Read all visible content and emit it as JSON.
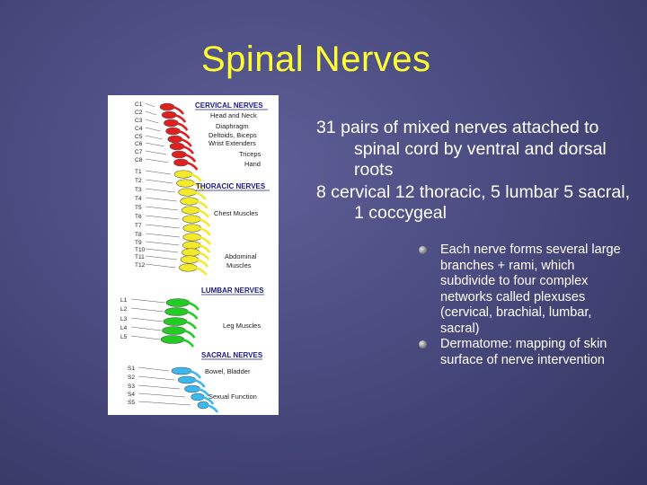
{
  "title": "Spinal Nerves",
  "bullets": [
    "31 pairs of mixed nerves attached to spinal cord by ventral and dorsal roots",
    "8 cervical 12 thoracic, 5 lumbar 5 sacral, 1 coccygeal"
  ],
  "sub_bullets": [
    "Each nerve forms several large branches + rami, which subdivide to four complex networks called plexuses (cervical, brachial, lumbar, sacral)",
    "Dermatome: mapping of skin surface of nerve intervention"
  ],
  "figure": {
    "vertebra_labels": [
      "C1",
      "C2",
      "C3",
      "C4",
      "C5",
      "C6",
      "C7",
      "C8",
      "T1",
      "T2",
      "T3",
      "T4",
      "T5",
      "T6",
      "T7",
      "T8",
      "T9",
      "T10",
      "T11",
      "T12",
      "L1",
      "L2",
      "L3",
      "L4",
      "L5",
      "S1",
      "S2",
      "S3",
      "S4",
      "S5"
    ],
    "section_headers": {
      "cervical": "CERVICAL NERVES",
      "thoracic": "THORACIC NERVES",
      "lumbar": "LUMBAR NERVES",
      "sacral": "SACRAL NERVES"
    },
    "function_labels": {
      "head_neck": "Head and Neck",
      "diaphragm": "Diaphragm",
      "deltoids": "Deltoids, Biceps",
      "wrist": "Wrist Extenders",
      "triceps": "Triceps",
      "hand": "Hand",
      "chest": "Chest Muscles",
      "abdominal_1": "Abdominal",
      "abdominal_2": "Muscles",
      "leg": "Leg Muscles",
      "bowel": "Bowel, Bladder",
      "sexual": "Sexual Function"
    },
    "colors": {
      "cervical": "#e02020",
      "thoracic": "#f2ea2a",
      "lumbar": "#22cc22",
      "sacral": "#3ab8f0",
      "header": "#1a1a8c"
    }
  }
}
